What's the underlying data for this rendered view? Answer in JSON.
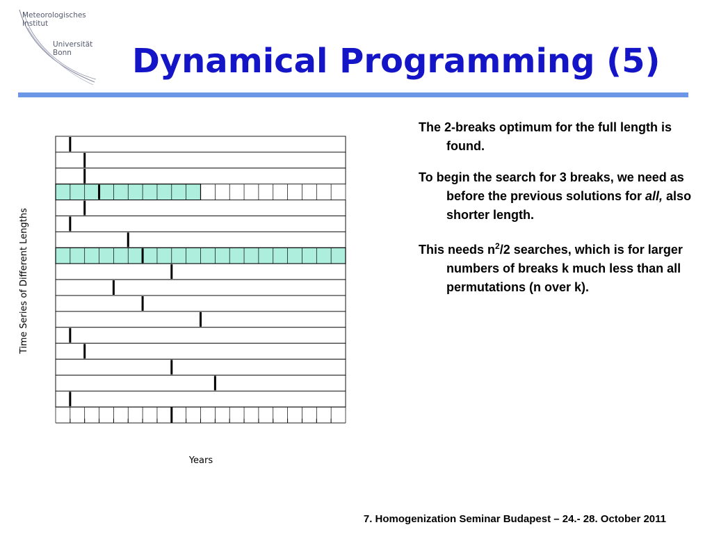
{
  "logo": {
    "line1": "Meteorologisches",
    "line2": "Institut",
    "line3": "Universität",
    "line4": "Bonn"
  },
  "title": "Dynamical Programming (5)",
  "diagram": {
    "ylabel": "Time Series of Different Lengths",
    "xlabel": "Years",
    "columns": 20,
    "rows": [
      {
        "length": 20,
        "breaks": [
          1
        ]
      },
      {
        "length": 20,
        "breaks": [
          2
        ]
      },
      {
        "length": 20,
        "breaks": [
          2
        ]
      },
      {
        "length": 10,
        "breaks": [
          3
        ],
        "highlight": true
      },
      {
        "length": 20,
        "breaks": [
          2
        ]
      },
      {
        "length": 20,
        "breaks": [
          1
        ]
      },
      {
        "length": 20,
        "breaks": [
          5
        ]
      },
      {
        "length": 20,
        "breaks": [
          6
        ],
        "highlight": true
      },
      {
        "length": 20,
        "breaks": [
          8
        ]
      },
      {
        "length": 20,
        "breaks": [
          4
        ]
      },
      {
        "length": 20,
        "breaks": [
          6
        ]
      },
      {
        "length": 20,
        "breaks": [
          10
        ]
      },
      {
        "length": 20,
        "breaks": [
          1
        ]
      },
      {
        "length": 20,
        "breaks": [
          2
        ]
      },
      {
        "length": 20,
        "breaks": [
          8
        ]
      },
      {
        "length": 20,
        "breaks": [
          11
        ]
      },
      {
        "length": 20,
        "breaks": [
          1
        ]
      },
      {
        "length": 20,
        "breaks": [
          8
        ],
        "axis": true
      }
    ],
    "highlight_color": "#aeeedd",
    "line_color": "#000000"
  },
  "text": {
    "p1": "The 2-breaks optimum for the full length is found.",
    "p2_a": "To begin the search for 3 breaks, we need as before the previous solutions for ",
    "p2_em": "all,",
    "p2_b": " also shorter length.",
    "p3_a": "This needs n",
    "p3_sup": "2",
    "p3_b": "/2 searches, which is for larger numbers of breaks k much less than all permutations (n over k)."
  },
  "footer": "7. Homogenization Seminar Budapest  –  24.- 28. October 2011",
  "colors": {
    "title": "#1515c8",
    "rule": "#6b97e6"
  }
}
